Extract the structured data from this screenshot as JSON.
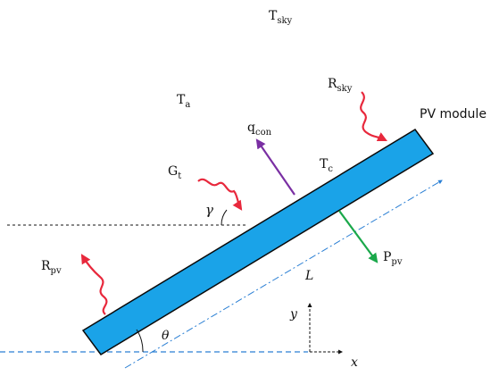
{
  "labels": {
    "t_sky": {
      "main": "T",
      "sub": "sky"
    },
    "r_sky": {
      "main": "R",
      "sub": "sky"
    },
    "pv_module": "PV module",
    "t_a": {
      "main": "T",
      "sub": "a"
    },
    "q_con": {
      "main": "q",
      "sub": "con"
    },
    "t_c": {
      "main": "T",
      "sub": "c"
    },
    "g_t": {
      "main": "G",
      "sub": "t"
    },
    "gamma": "γ",
    "r_pv": {
      "main": "R",
      "sub": "pv"
    },
    "p_pv": {
      "main": "P",
      "sub": "pv"
    },
    "length": "L",
    "theta": "θ",
    "axis_y": "y",
    "axis_x": "x"
  },
  "colors": {
    "module_fill": "#1aa3e8",
    "module_stroke": "#0a0a0a",
    "radiation_arrow": "#e8283c",
    "convection_arrow": "#7a2fa3",
    "power_arrow": "#1aa84a",
    "ground_line": "#2a7fd4",
    "length_axis": "#2a7fd4",
    "text": "#111111"
  }
}
